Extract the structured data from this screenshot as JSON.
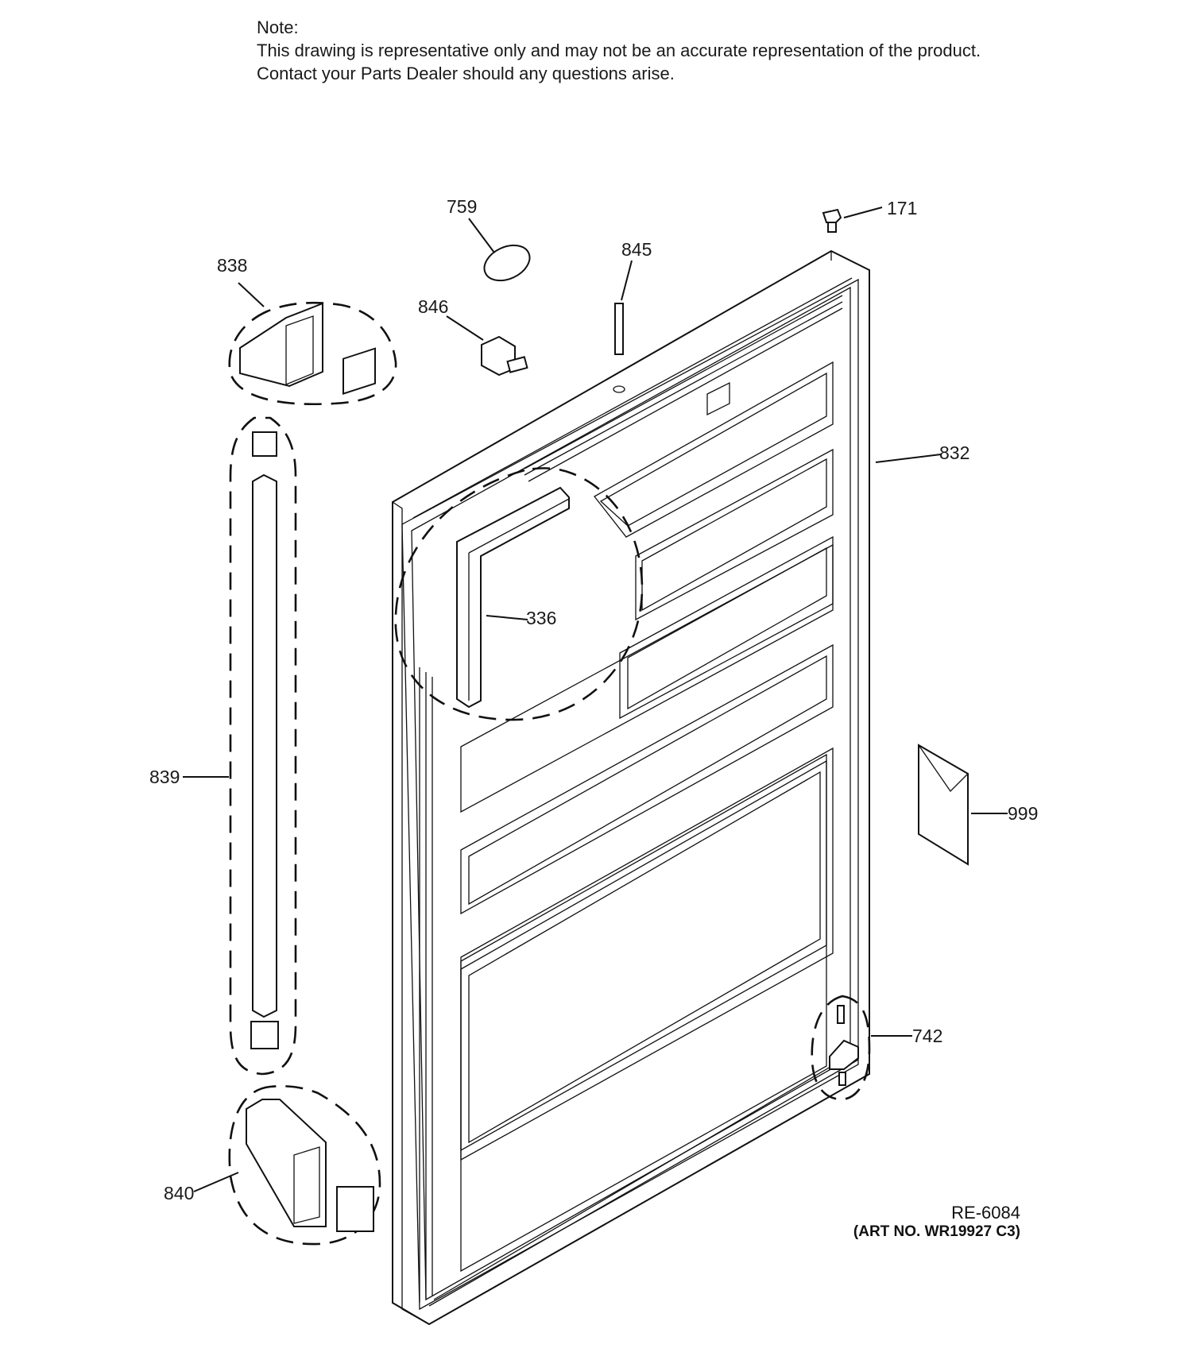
{
  "note": {
    "heading": "Note:",
    "line1": "This drawing is representative only and may not be an accurate representation of the product.",
    "line2": "Contact your Parts Dealer should any questions arise."
  },
  "callouts": {
    "p759": "759",
    "p171": "171",
    "p845": "845",
    "p838": "838",
    "p846": "846",
    "p832": "832",
    "p336": "336",
    "p839": "839",
    "p999": "999",
    "p742": "742",
    "p840": "840"
  },
  "reference": {
    "code": "RE-6084",
    "art": "(ART NO. WR19927 C3)"
  }
}
